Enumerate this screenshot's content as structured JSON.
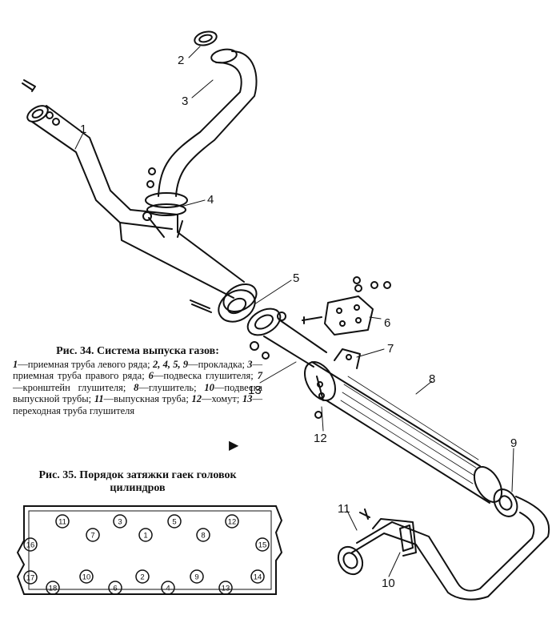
{
  "figure34": {
    "title": "Рис. 34. Система выпуска газов:",
    "legend": [
      {
        "num": "1",
        "text": "—приемная труба левого ряда; "
      },
      {
        "num": "2, 4, 5, 9",
        "text": "—прокладка; "
      },
      {
        "num": "3",
        "text": "—приемная труба правого ряда; "
      },
      {
        "num": "6",
        "text": "—подвеска глушителя; "
      },
      {
        "num": "7",
        "text": "—кронштейн глушителя; "
      },
      {
        "num": "8",
        "text": "—глушитель; "
      },
      {
        "num": "10",
        "text": "—подвеска выпускной трубы; "
      },
      {
        "num": "11",
        "text": "—выпускная труба; "
      },
      {
        "num": "12",
        "text": "—хомут; "
      },
      {
        "num": "13",
        "text": "—переходная труба глушителя"
      }
    ],
    "callouts": [
      "1",
      "2",
      "3",
      "4",
      "5",
      "6",
      "7",
      "8",
      "9",
      "10",
      "11",
      "12",
      "13"
    ]
  },
  "figure35": {
    "title": "Рис. 35. Порядок затяжки гаек головок цилиндров",
    "nut_order": [
      "11",
      "7",
      "3",
      "1",
      "5",
      "8",
      "12",
      "16",
      "15",
      "17",
      "10",
      "6",
      "2",
      "4",
      "9",
      "13",
      "14",
      "18"
    ]
  },
  "page_marker": "▶",
  "colors": {
    "ink": "#111111",
    "paper": "#ffffff"
  }
}
